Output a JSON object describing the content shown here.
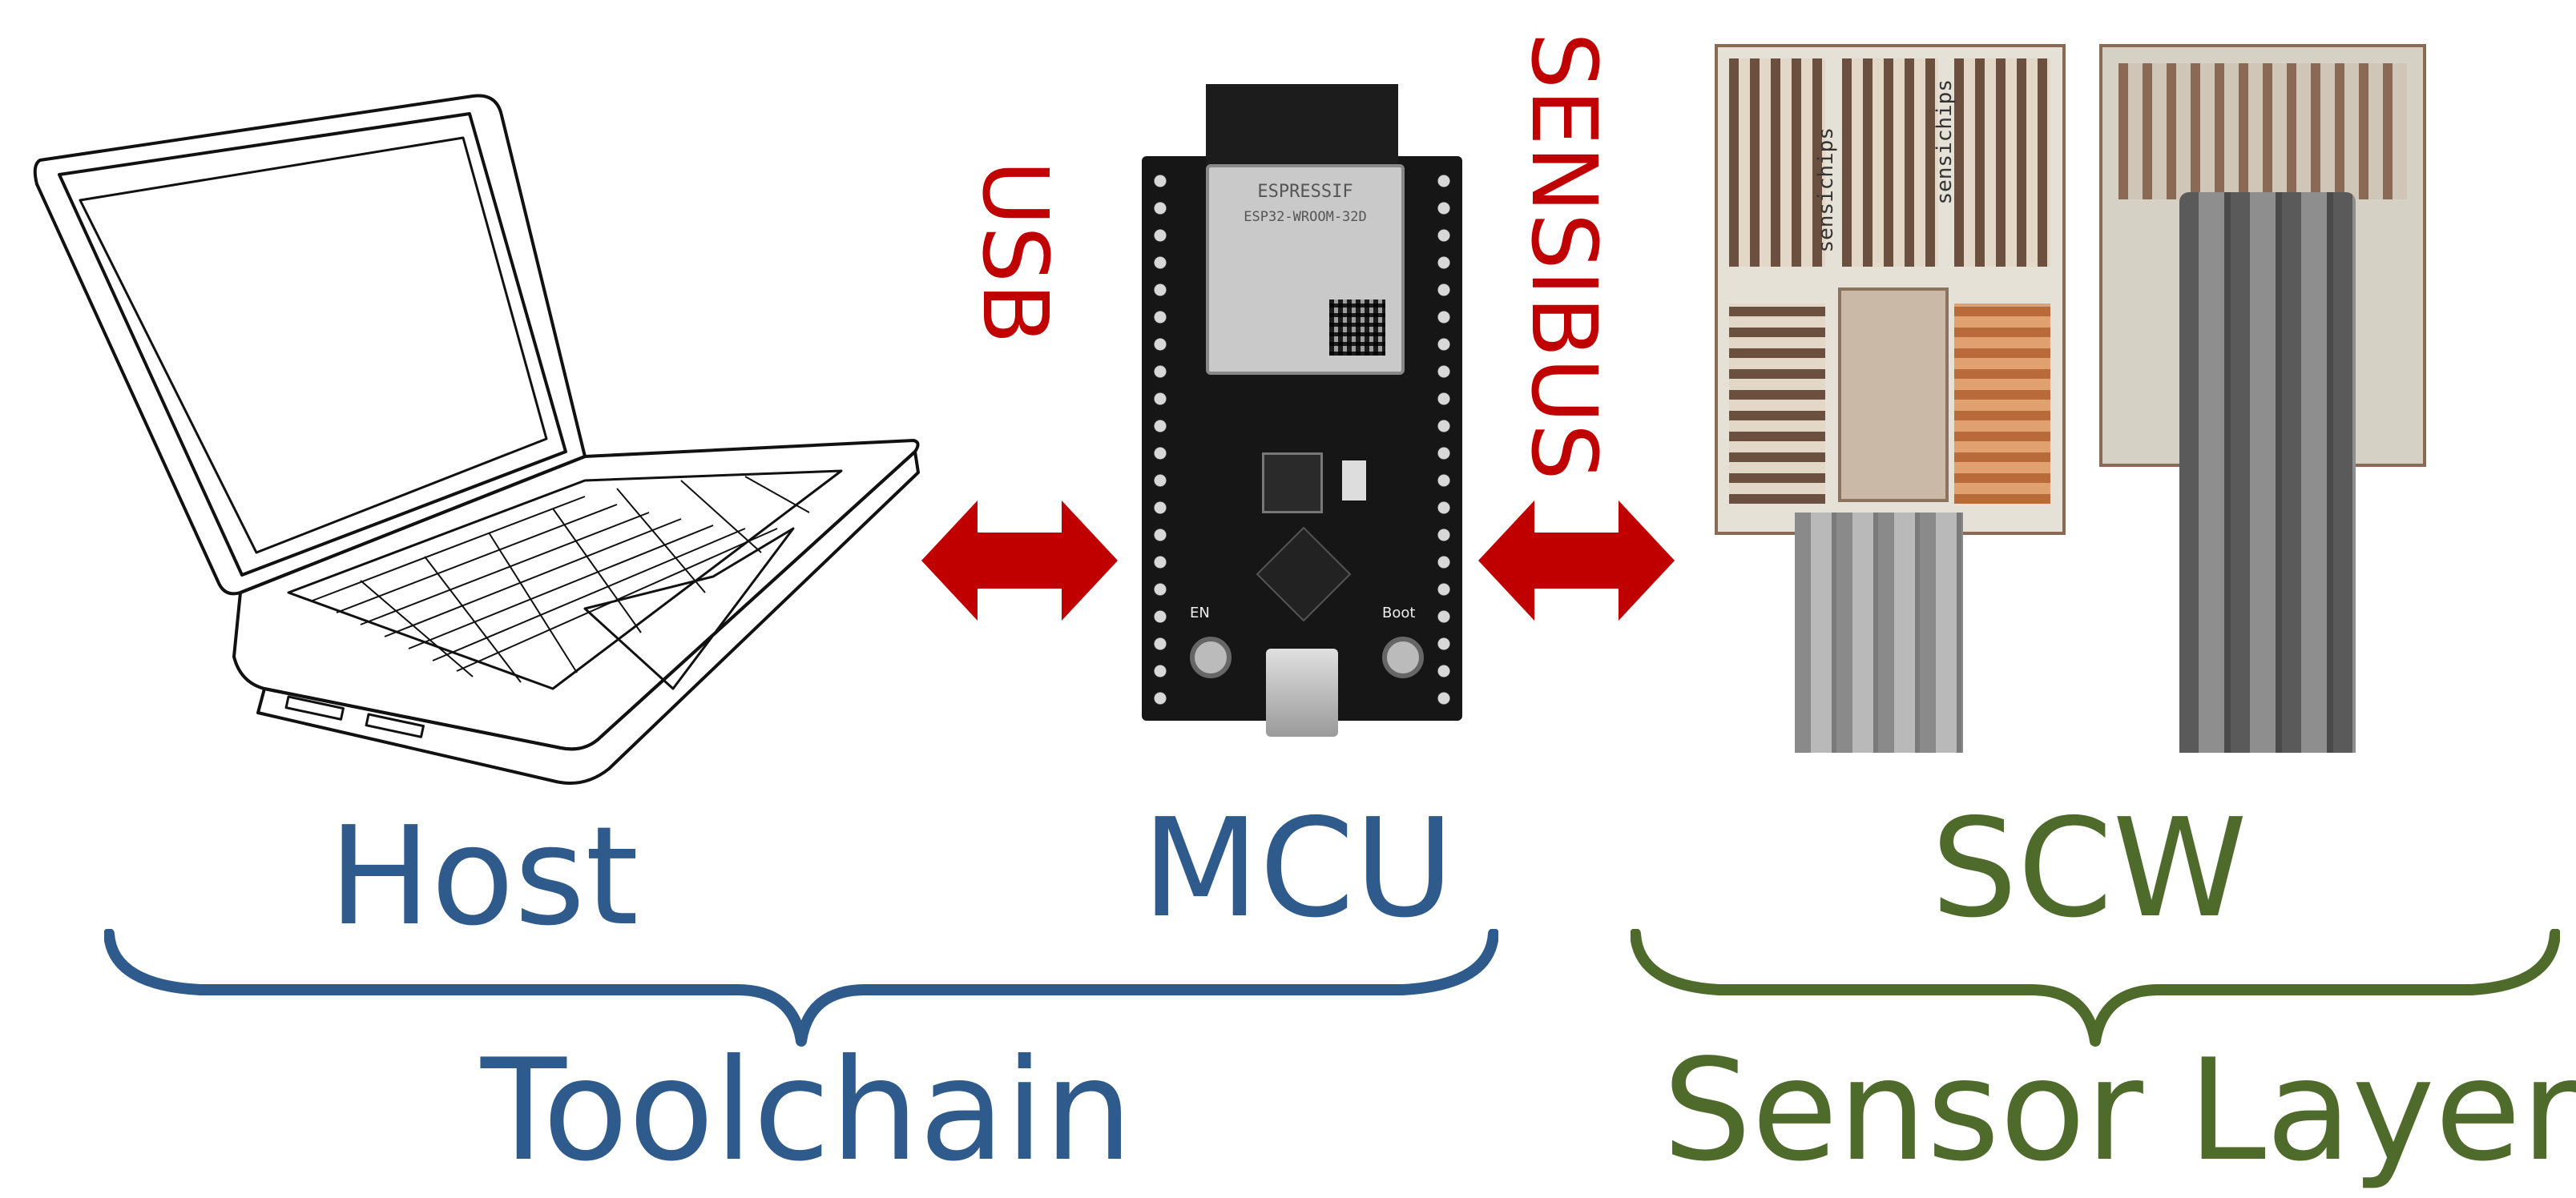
{
  "labels": {
    "usb": "USB",
    "sensibus": "SENSIBUS",
    "host": "Host",
    "mcu": "MCU",
    "scw": "SCW",
    "toolchain": "Toolchain",
    "sensor_layer": "Sensor Layer"
  },
  "board": {
    "module_brand": "ESPRESSIF",
    "module_model": "ESP32-WROOM-32D",
    "button_en": "EN",
    "button_boot": "Boot"
  },
  "chip_brand": "sensichips",
  "colors": {
    "toolchain": "#2e5a8c",
    "sensor_layer": "#4e6b2c",
    "connection": "#c00000"
  }
}
